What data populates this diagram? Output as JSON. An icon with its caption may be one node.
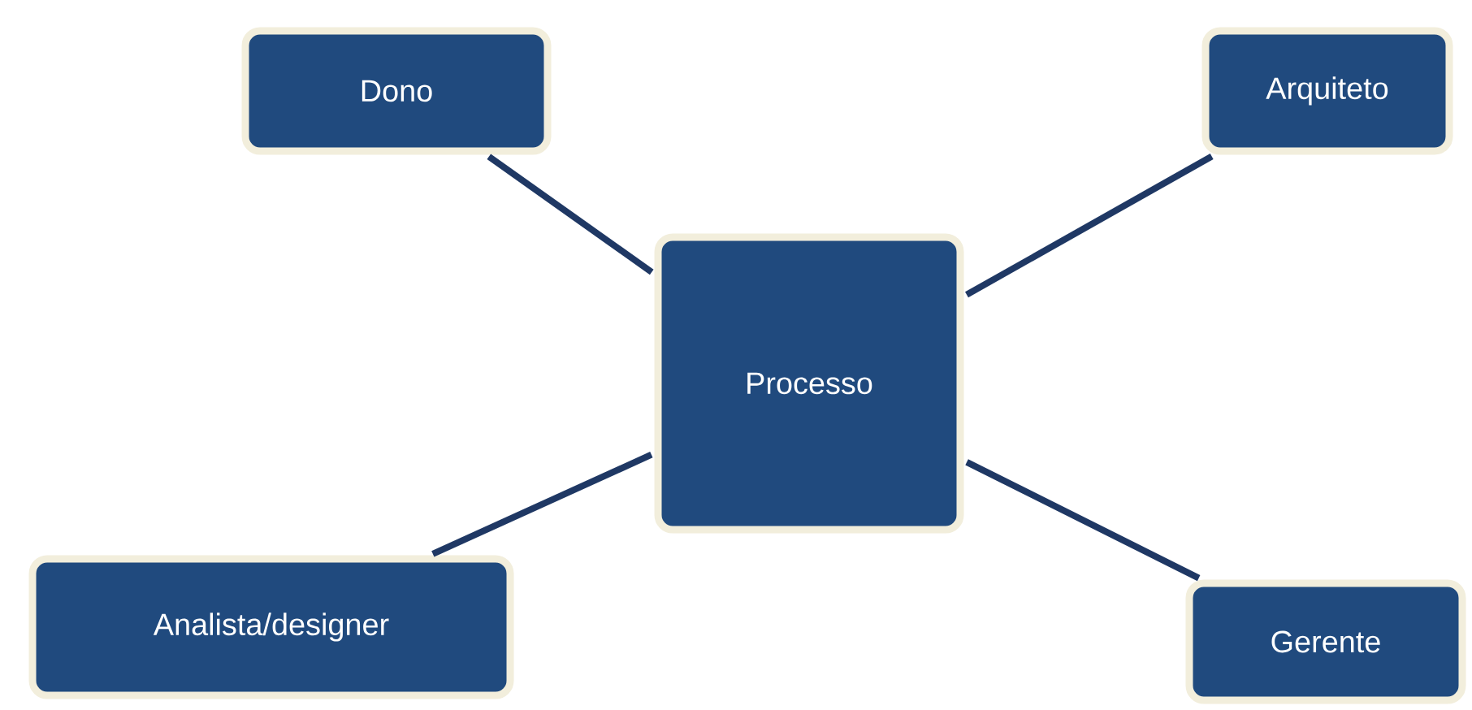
{
  "diagram": {
    "nodes": [
      {
        "text": [
          "Dono"
        ]
      },
      {
        "text": [
          "Arquiteto"
        ]
      },
      {
        "text": [
          "Processo"
        ]
      },
      {
        "text": [
          "Analista/designer"
        ]
      },
      {
        "text": [
          "Gerente"
        ]
      }
    ],
    "edges": [
      {
        "from": 2,
        "to": 0,
        "arrow": "none"
      },
      {
        "from": 2,
        "to": 1,
        "arrow": "none"
      },
      {
        "from": 2,
        "to": 3,
        "arrow": "none"
      },
      {
        "from": 2,
        "to": 4,
        "arrow": "none"
      }
    ]
  }
}
